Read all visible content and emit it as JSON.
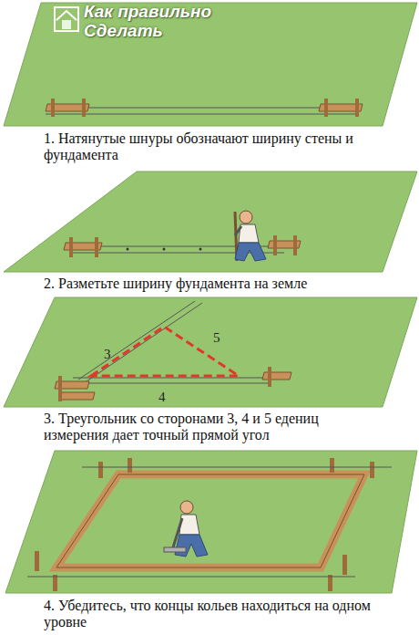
{
  "diagram": {
    "labels": [
      "Как правильно Сделать",
      "1. Натянутые шнуры обозначают ширину стены и фундамента",
      "2. Разметьте ширину фундамента на земле",
      "3",
      "4",
      "5",
      "3. Треугольник со сторонами 3, 4 и 5 едениц измерения дает точный прямой угол",
      "4. Убедитесь, что концы кольев находиться на одном уровне"
    ]
  }
}
